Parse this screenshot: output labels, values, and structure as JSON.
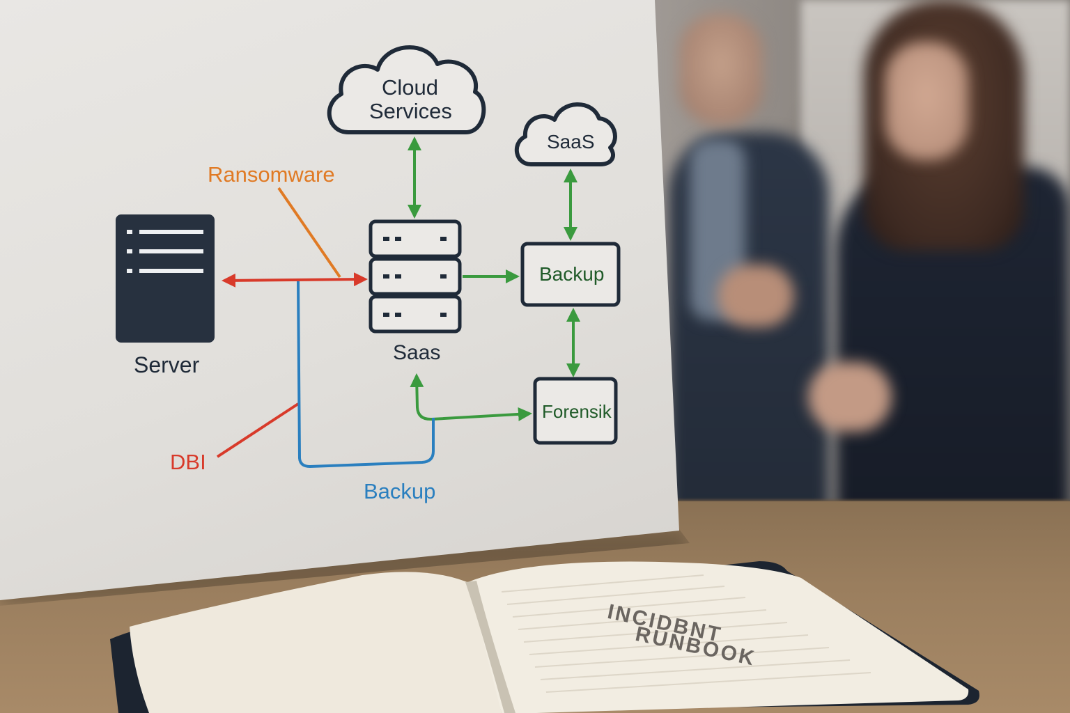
{
  "diagram": {
    "cloud_main_line1": "Cloud",
    "cloud_main_line2": "Services",
    "cloud_small": "SaaS",
    "server_label": "Server",
    "storage_label": "Saas",
    "backup_box": "Backup",
    "forensik_box": "Forensik",
    "ransomware_label": "Ransomware",
    "dbi_label": "DBI",
    "backup_path_label": "Backup",
    "colors": {
      "ink": "#1f2a38",
      "green": "#3a9a3e",
      "red": "#d83a2a",
      "orange": "#e07a24",
      "blue": "#2a7fbf"
    }
  },
  "notebook": {
    "title_line1": "INCIDBNT",
    "title_line2": "RUNBOOK"
  }
}
